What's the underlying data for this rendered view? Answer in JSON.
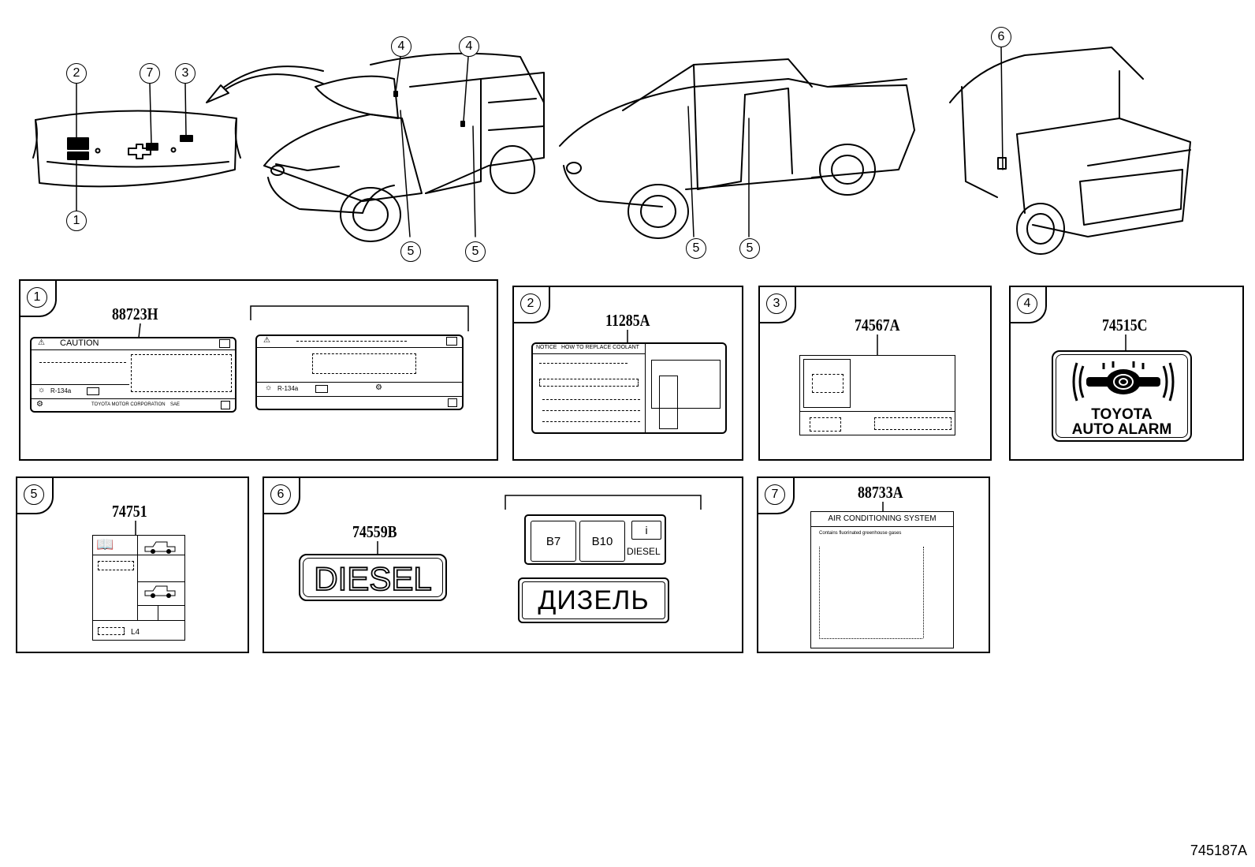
{
  "top_callouts": [
    {
      "id": "c2",
      "label": "2"
    },
    {
      "id": "c7",
      "label": "7"
    },
    {
      "id": "c3",
      "label": "3"
    },
    {
      "id": "c1",
      "label": "1"
    },
    {
      "id": "c4a",
      "label": "4"
    },
    {
      "id": "c4b",
      "label": "4"
    },
    {
      "id": "c5a",
      "label": "5"
    },
    {
      "id": "c5b",
      "label": "5"
    },
    {
      "id": "c5c",
      "label": "5"
    },
    {
      "id": "c5d",
      "label": "5"
    },
    {
      "id": "c6",
      "label": "6"
    }
  ],
  "panels": {
    "p1": {
      "num": "1",
      "part": "88723H",
      "caution": "CAUTION",
      "refrigerant": "R-134a",
      "refrigerant2": "R-134a",
      "maker": "TOYOTA MOTOR CORPORATION",
      "sae": "SAE"
    },
    "p2": {
      "num": "2",
      "part": "11285A",
      "header_left": "NOTICE",
      "header_right": "HOW TO REPLACE COOLANT"
    },
    "p3": {
      "num": "3",
      "part": "74567A"
    },
    "p4": {
      "num": "4",
      "part": "74515C",
      "line1": "TOYOTA",
      "line2": "AUTO ALARM"
    },
    "p5": {
      "num": "5",
      "part": "74751",
      "code": "L4"
    },
    "p6": {
      "num": "6",
      "part": "74559B",
      "diesel": "DIESEL",
      "b7": "B7",
      "b10": "B10",
      "diesel_small": "DIESEL",
      "cyrillic": "ДИЗЕЛЬ"
    },
    "p7": {
      "num": "7",
      "part": "88733A",
      "title": "AIR CONDITIONING SYSTEM",
      "subtitle": "Contains fluorinated greenhouse gases"
    }
  },
  "figure_code": "745187A"
}
